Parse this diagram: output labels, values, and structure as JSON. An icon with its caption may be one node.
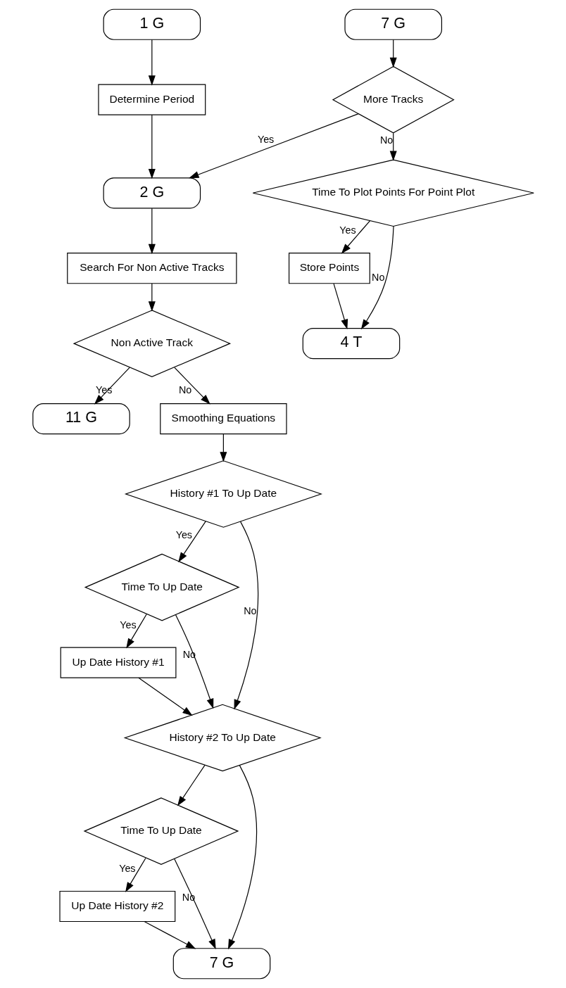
{
  "diagram": {
    "nodes": [
      {
        "text": [
          "1 G"
        ]
      },
      {
        "text": [
          "Determine Period"
        ]
      },
      {
        "text": [
          "2 G"
        ]
      },
      {
        "text": [
          "Search For Non Active Tracks"
        ]
      },
      {
        "text": [
          "Non Active Track"
        ]
      },
      {
        "text": [
          "11 G"
        ]
      },
      {
        "text": [
          "Smoothing Equations"
        ]
      },
      {
        "text": [
          "History #1 To Up Date"
        ]
      },
      {
        "text": [
          "Time To Up Date"
        ]
      },
      {
        "text": [
          "Up Date History #1"
        ]
      },
      {
        "text": [
          "History #2 To Up Date"
        ]
      },
      {
        "text": [
          "Time To Up Date"
        ]
      },
      {
        "text": [
          "Up Date History #2"
        ]
      },
      {
        "text": [
          "7 G"
        ]
      },
      {
        "text": [
          "7 G"
        ]
      },
      {
        "text": [
          "More Tracks"
        ]
      },
      {
        "text": [
          "Time To Plot Points For Point Plot"
        ]
      },
      {
        "text": [
          "Store Points"
        ]
      },
      {
        "text": [
          "4 T"
        ]
      }
    ],
    "edges": [
      {
        "from": 0,
        "to": 1,
        "arrow": "to"
      },
      {
        "from": 1,
        "to": 2,
        "arrow": "to"
      },
      {
        "from": 2,
        "to": 3,
        "arrow": "to"
      },
      {
        "from": 3,
        "to": 4,
        "arrow": "to"
      },
      {
        "from": 4,
        "to": 5,
        "arrow": "to",
        "label": "Yes"
      },
      {
        "from": 4,
        "to": 6,
        "arrow": "to",
        "label": "No"
      },
      {
        "from": 6,
        "to": 7,
        "arrow": "to"
      },
      {
        "from": 7,
        "to": 8,
        "arrow": "to",
        "label": "Yes"
      },
      {
        "from": 8,
        "to": 9,
        "arrow": "to",
        "label": "Yes"
      },
      {
        "from": 8,
        "to": 10,
        "arrow": "to",
        "label": "No"
      },
      {
        "from": 9,
        "to": 10,
        "arrow": "to"
      },
      {
        "from": 7,
        "to": 10,
        "arrow": "to",
        "label": "No"
      },
      {
        "from": 10,
        "to": 11,
        "arrow": "to"
      },
      {
        "from": 11,
        "to": 12,
        "arrow": "to",
        "label": "Yes"
      },
      {
        "from": 11,
        "to": 13,
        "arrow": "to",
        "label": "No"
      },
      {
        "from": 12,
        "to": 13,
        "arrow": "to"
      },
      {
        "from": 10,
        "to": 13,
        "arrow": "to"
      },
      {
        "from": 14,
        "to": 15,
        "arrow": "to"
      },
      {
        "from": 15,
        "to": 2,
        "arrow": "to",
        "label": "Yes"
      },
      {
        "from": 15,
        "to": 16,
        "arrow": "to",
        "label": "No"
      },
      {
        "from": 16,
        "to": 17,
        "arrow": "to",
        "label": "Yes"
      },
      {
        "from": 16,
        "to": 18,
        "arrow": "to",
        "label": "No"
      },
      {
        "from": 17,
        "to": 18,
        "arrow": "to"
      }
    ]
  }
}
